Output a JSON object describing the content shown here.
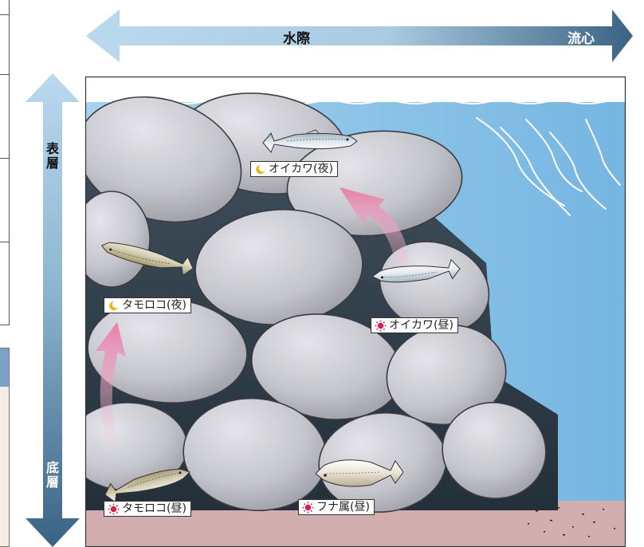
{
  "header": {
    "left_label": "水際",
    "right_label": "流心"
  },
  "vertical_axis": {
    "top_label": "表層",
    "bottom_label": "底層"
  },
  "fish_labels": [
    {
      "id": "oikawa-night",
      "text": "オイカワ(夜)",
      "time": "night",
      "icon": "moon-icon"
    },
    {
      "id": "tamoroko-night",
      "text": "タモロコ(夜)",
      "time": "night",
      "icon": "moon-icon"
    },
    {
      "id": "oikawa-day",
      "text": "オイカワ(昼)",
      "time": "day",
      "icon": "sun-icon"
    },
    {
      "id": "tamoroko-day",
      "text": "タモロコ(昼)",
      "time": "day",
      "icon": "sun-icon"
    },
    {
      "id": "funa-day",
      "text": "フナ属(昼)",
      "time": "day",
      "icon": "sun-icon"
    }
  ],
  "colors": {
    "water": "#8cc6e8",
    "river_bed": "#d3aeae",
    "stone": "#c9c9cd",
    "arrow_light": "#b7d6ea",
    "arrow_dark": "#3c6685",
    "migration_arrow": "#e58bb0",
    "moon": "#f0b400",
    "sun": "#e8194f"
  }
}
